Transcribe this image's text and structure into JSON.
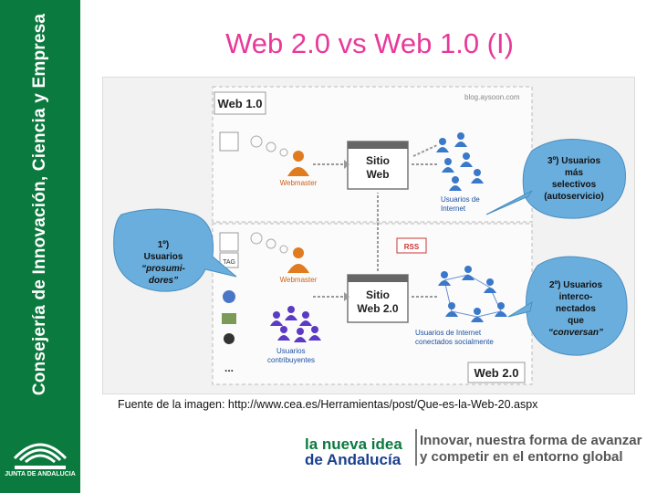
{
  "sidebar": {
    "vertical_text": "Consejería de Innovación, Ciencia y Empresa",
    "logo_text": "JUNTA DE ANDALUCIA"
  },
  "slide": {
    "title": "Web 2.0 vs Web 1.0 (I)",
    "caption": "Fuente de la imagen: http://www.cea.es/Herramientas/post/Que-es-la-Web-20.aspx"
  },
  "diagram": {
    "web10_label": "Web 1.0",
    "web20_label": "Web 2.0",
    "watermark": "blog.aysoon.com",
    "site10_line1": "Sitio",
    "site10_line2": "Web",
    "site20_line1": "Sitio",
    "site20_line2": "Web 2.0",
    "webmaster_top": "Webmaster",
    "webmaster_bottom": "Webmaster",
    "users_top_line1": "Usuarios de",
    "users_top_line2": "Internet",
    "users_social_line1": "Usuarios de Internet",
    "users_social_line2": "conectados socialmente",
    "contrib_line1": "Usuarios",
    "contrib_line2": "contribuyentes",
    "rss_label": "RSS",
    "tag_label": "TAG",
    "more_label": "...",
    "bubble1": [
      "1º)",
      "Usuarios",
      "“prosumi-",
      "dores”"
    ],
    "bubble2": [
      "2º) Usuarios",
      "interco-",
      "nectados",
      "que",
      "“conversan”"
    ],
    "bubble3": [
      "3º) Usuarios",
      "más",
      "selectivos",
      "(autoservicio)"
    ]
  },
  "footer": {
    "brand_line1": "la nueva idea",
    "brand_line2": "de Andalucía",
    "slogan_line1": "Innovar, nuestra forma de avanzar",
    "slogan_line2": "y competir en el entorno global"
  },
  "colors": {
    "sidebar": "#0b7a3e",
    "title": "#e8399a",
    "bubble": "#6aaedd",
    "webmaster": "#e07b20",
    "users": "#3a78c9",
    "contributors": "#5b3ac4"
  }
}
